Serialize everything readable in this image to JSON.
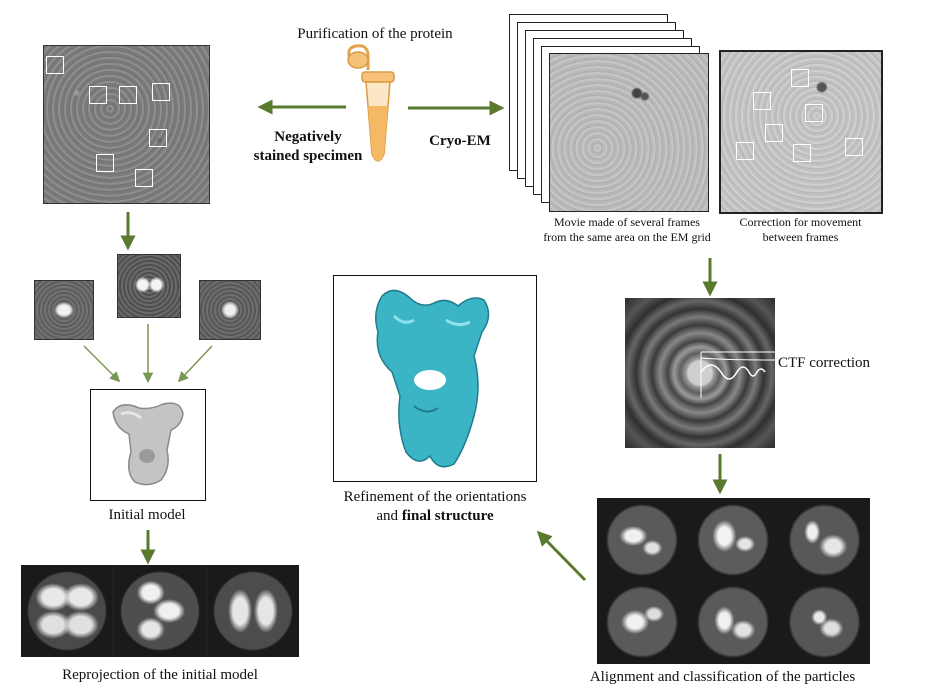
{
  "labels": {
    "purification": "Purification of the protein",
    "negative_line1": "Negatively",
    "negative_line2": "stained specimen",
    "cryo_em": "Cryo-EM",
    "movie_line1": "Movie made of several frames",
    "movie_line2": "from the same area on the EM grid",
    "correction_line1": "Correction for movement",
    "correction_line2": "between frames",
    "ctf": "CTF correction",
    "initial_model": "Initial model",
    "reprojection": "Reprojection of the initial model",
    "refinement_line1": "Refinement of the orientations",
    "refinement_line2_prefix": "and",
    "refinement_line2_bold": "final structure",
    "alignment": "Alignment and classification of the particles"
  },
  "colors": {
    "arrow": "#5a7a30",
    "structure": "#3bb4c6",
    "model": "#bdbdbd",
    "tube": "#f0b35a"
  }
}
